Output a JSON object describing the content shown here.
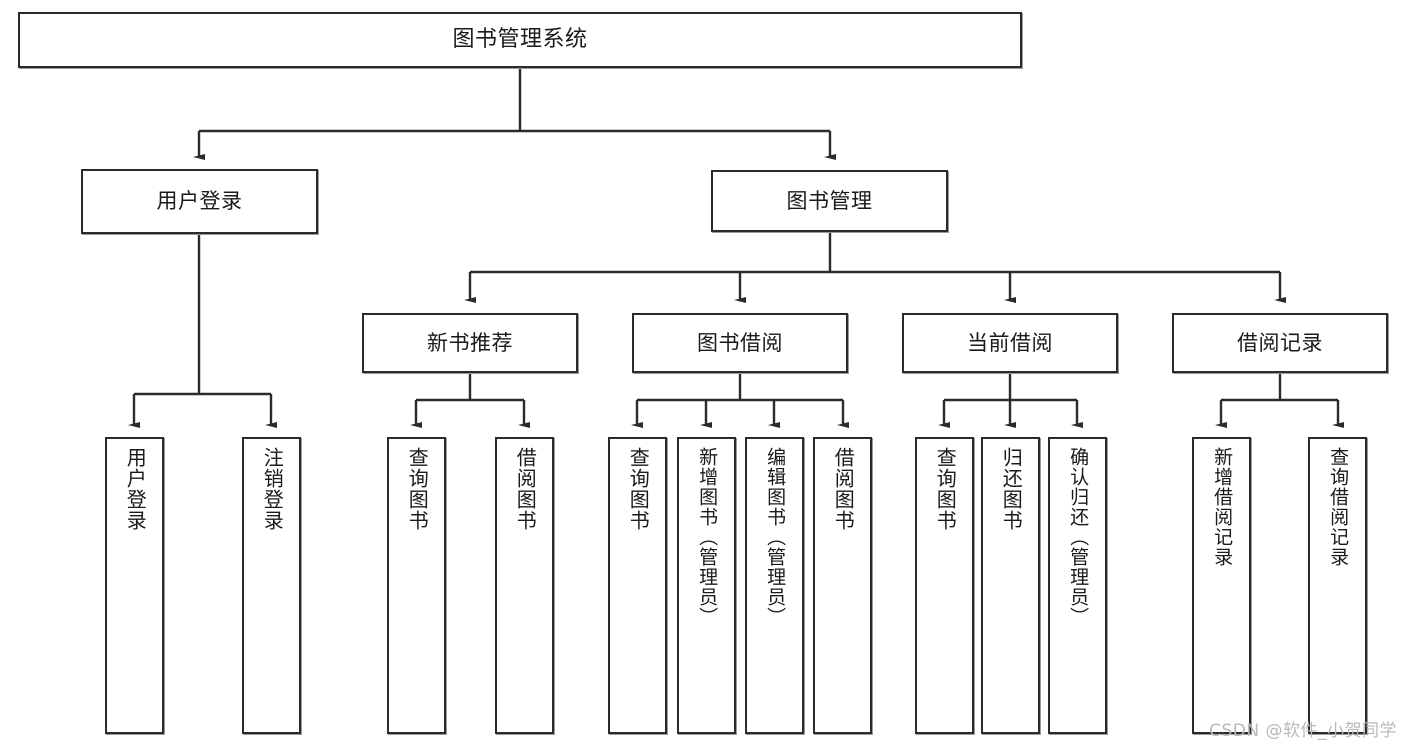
{
  "diagram": {
    "title": "图书管理系统",
    "watermark": "CSDN @软件_小贺同学",
    "colors": {
      "box_border": "#2b2b2b",
      "box_fill": "#ffffff",
      "connector": "#2b2b2b",
      "text": "#1a1a1a",
      "watermark": "#b9b9b9"
    },
    "levels": {
      "root": "图书管理系统",
      "level2": [
        "用户登录",
        "图书管理"
      ],
      "level3": [
        "新书推荐",
        "图书借阅",
        "当前借阅",
        "借阅记录"
      ]
    },
    "nodes": {
      "root": {
        "label": "图书管理系统"
      },
      "user_login": {
        "label": "用户登录"
      },
      "book_manage": {
        "label": "图书管理"
      },
      "new_book_rec": {
        "label": "新书推荐"
      },
      "book_borrow": {
        "label": "图书借阅"
      },
      "current_borrow": {
        "label": "当前借阅"
      },
      "borrow_record": {
        "label": "借阅记录"
      },
      "leaf_user_login": {
        "label": "用户登录"
      },
      "leaf_logout": {
        "label": "注销登录"
      },
      "leaf_query_book_1": {
        "label": "查询图书"
      },
      "leaf_borrow_book_1": {
        "label": "借阅图书"
      },
      "leaf_query_book_2": {
        "label": "查询图书"
      },
      "leaf_add_book": {
        "label": "新增图书（管理员）"
      },
      "leaf_edit_book": {
        "label": "编辑图书（管理员）"
      },
      "leaf_borrow_book_2": {
        "label": "借阅图书"
      },
      "leaf_query_book_3": {
        "label": "查询图书"
      },
      "leaf_return_book": {
        "label": "归还图书"
      },
      "leaf_confirm_return": {
        "label": "确认归还（管理员）"
      },
      "leaf_add_record": {
        "label": "新增借阅记录"
      },
      "leaf_query_record": {
        "label": "查询借阅记录"
      }
    }
  }
}
